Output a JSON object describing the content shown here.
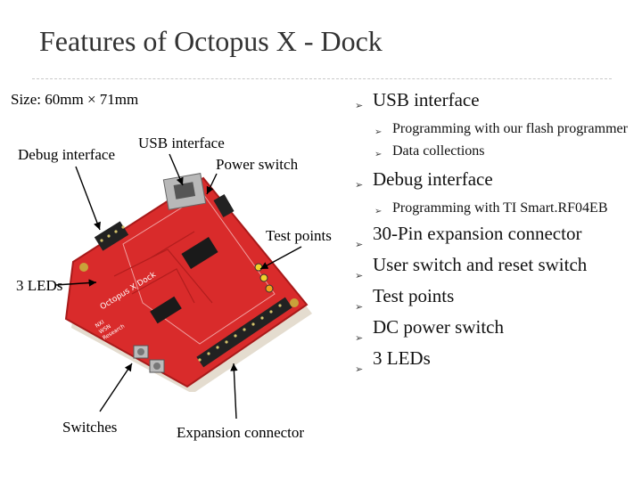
{
  "title": "Features of Octopus X - Dock",
  "size_label": "Size: 60mm × 71mm",
  "callouts": {
    "debug": "Debug interface",
    "usb": "USB interface",
    "power": "Power switch",
    "test_points": "Test points",
    "leds": "3 LEDs",
    "switches": "Switches",
    "expansion": "Expansion connector"
  },
  "board": {
    "silk_brand": "Octopus X Dock",
    "silk_lines": [
      "NXI",
      "WSN",
      "Research"
    ]
  },
  "features": [
    {
      "text": "USB interface",
      "sub": [
        "Programming with our flash programmer",
        "Data collections"
      ]
    },
    {
      "text": "Debug interface",
      "sub": [
        "Programming with TI Smart.RF04EB"
      ]
    }
  ],
  "features_more": [
    "30-Pin expansion connector",
    "User switch and reset switch",
    "Test points",
    "DC power switch",
    "3 LEDs"
  ],
  "colors": {
    "board_red": "#d92b2b",
    "board_dark": "#a81a1a",
    "title_gray": "#333333"
  }
}
